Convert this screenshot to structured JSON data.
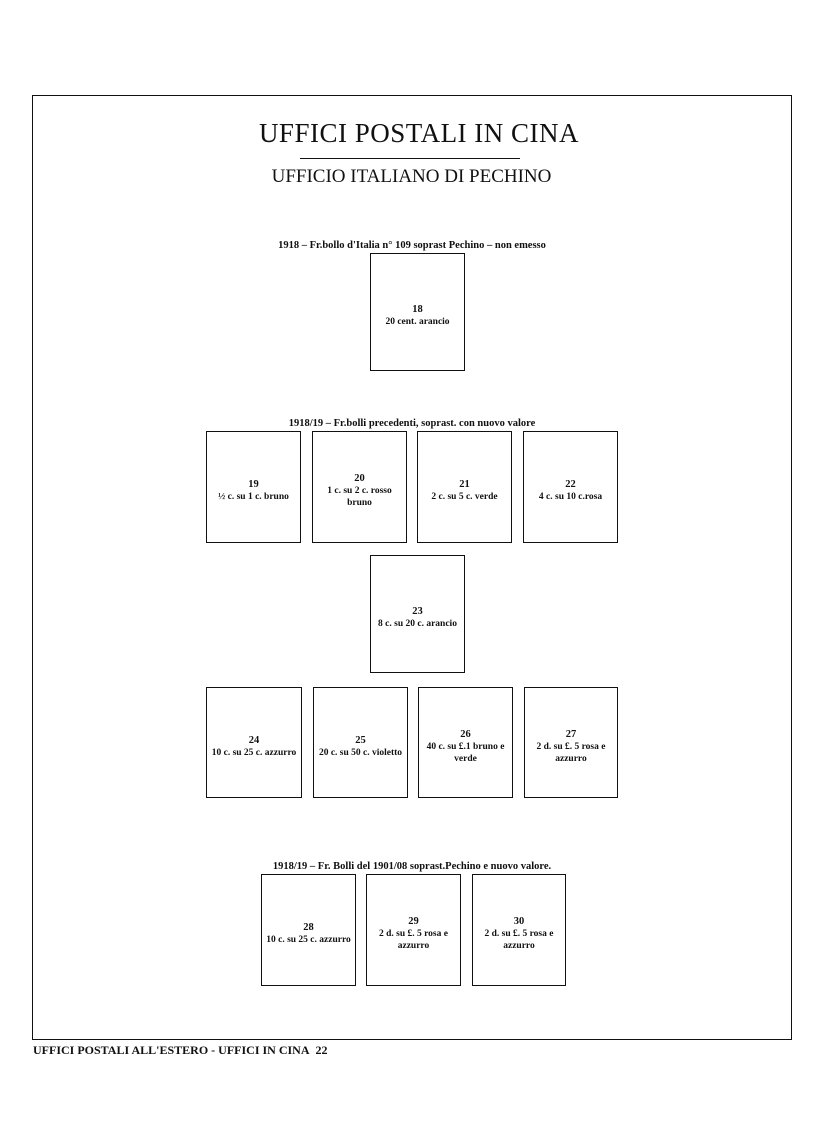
{
  "header": {
    "title": "UFFICI POSTALI IN CINA",
    "subtitle": "UFFICIO ITALIANO DI PECHINO"
  },
  "sections": [
    {
      "caption": "1918 – Fr.bollo d'Italia n° 109 soprast Pechino – non emesso",
      "stamps": [
        {
          "number": "18",
          "description": "20 cent. arancio"
        }
      ]
    },
    {
      "caption": "1918/19 – Fr.bolli precedenti, soprast. con nuovo valore",
      "stamps": [
        {
          "number": "19",
          "description": "½ c. su 1 c. bruno"
        },
        {
          "number": "20",
          "description": "1 c. su 2 c. rosso bruno"
        },
        {
          "number": "21",
          "description": "2 c. su 5 c. verde"
        },
        {
          "number": "22",
          "description": "4 c. su 10 c.rosa"
        },
        {
          "number": "23",
          "description": "8 c. su 20 c. arancio"
        },
        {
          "number": "24",
          "description": "10 c. su 25 c. azzurro"
        },
        {
          "number": "25",
          "description": "20 c. su 50 c. violetto"
        },
        {
          "number": "26",
          "description": "40 c. su £.1 bruno e verde"
        },
        {
          "number": "27",
          "description": "2 d. su £. 5 rosa e azzurro"
        }
      ]
    },
    {
      "caption": "1918/19 – Fr. Bolli del 1901/08 soprast.Pechino e nuovo valore.",
      "stamps": [
        {
          "number": "28",
          "description": "10 c. su 25 c. azzurro"
        },
        {
          "number": "29",
          "description": "2 d. su £. 5 rosa e azzurro"
        },
        {
          "number": "30",
          "description": "2 d. su £. 5 rosa e azzurro"
        }
      ]
    }
  ],
  "footer": {
    "text": "UFFICI POSTALI ALL'ESTERO - UFFICI IN CINA",
    "page": "22"
  }
}
